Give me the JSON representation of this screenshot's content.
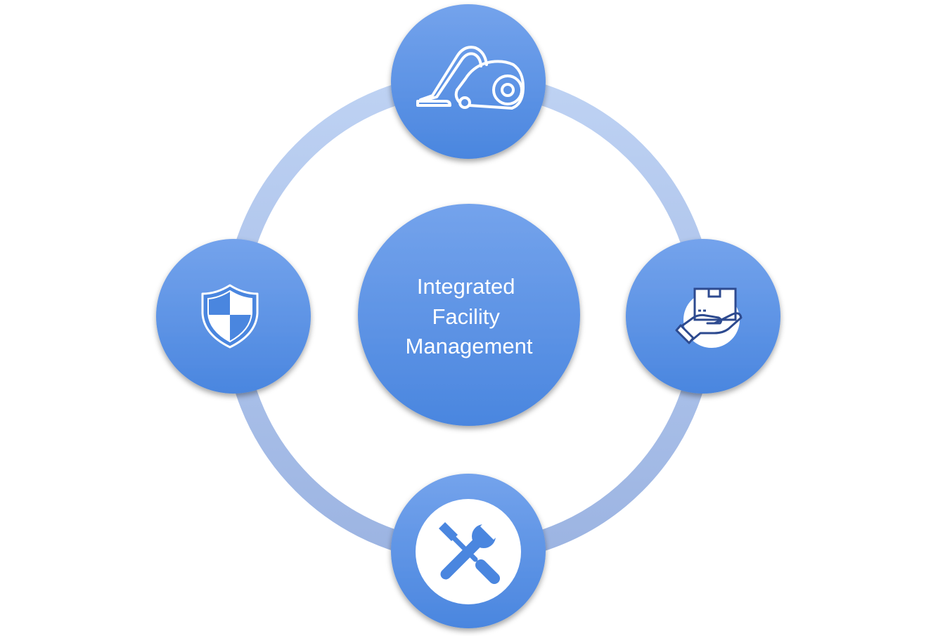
{
  "center": {
    "lines": [
      "Integrated",
      "Facility",
      "Management"
    ]
  },
  "nodes": [
    {
      "id": "cleaning",
      "icon": "vacuum-cleaner-icon"
    },
    {
      "id": "logistics",
      "icon": "hand-holding-box-icon"
    },
    {
      "id": "maintenance",
      "icon": "wrench-screwdriver-icon"
    },
    {
      "id": "security",
      "icon": "shield-icon"
    }
  ],
  "colors": {
    "node_top": "#74a3ec",
    "node_bottom": "#4a86df",
    "ring_top": "#b9cef2",
    "ring_bottom": "#9eb6e3",
    "icon": "#ffffff",
    "icon_dark": "#2d4a8f"
  }
}
